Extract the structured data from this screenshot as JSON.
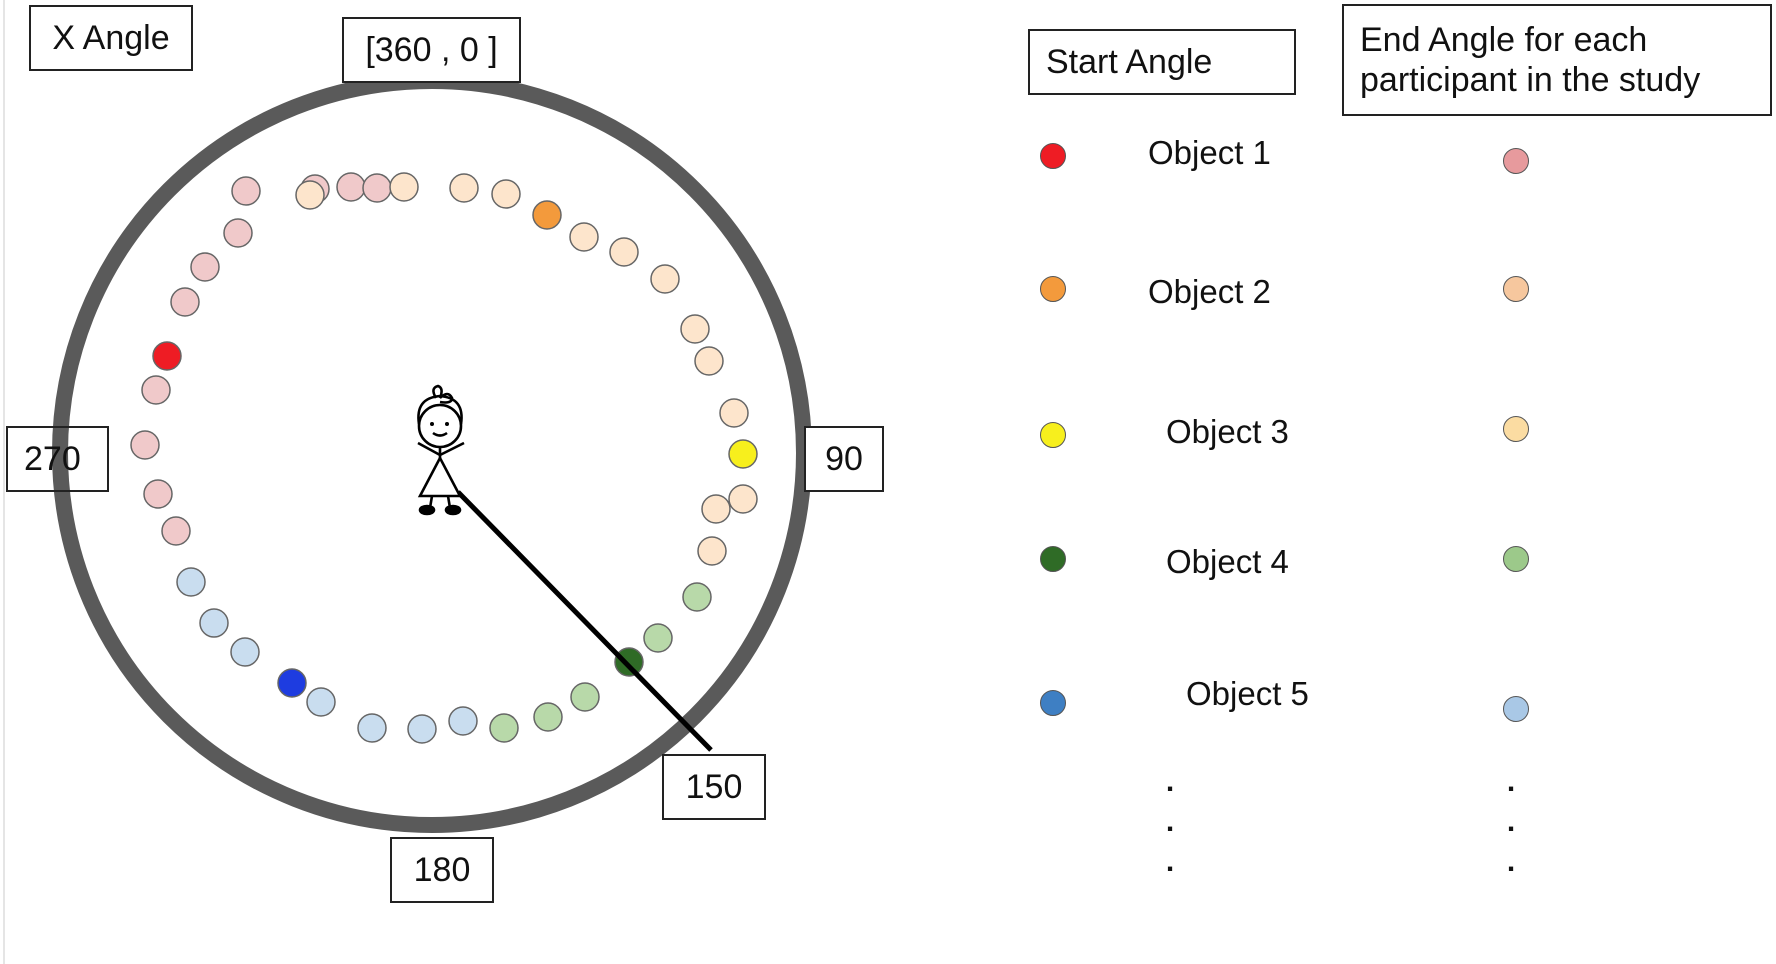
{
  "diagram": {
    "title_box": "X Angle",
    "angle_labels": {
      "top": "[360 , 0 ]",
      "right": "90",
      "bottom": "180",
      "left": "270",
      "pointer": "150"
    },
    "colors": {
      "ring": "#5a5a5a",
      "object1_start": "#ee1c24",
      "object2_start": "#f39a3c",
      "object3_start": "#f7ef1d",
      "object4_start": "#2f6b26",
      "object5_start": "#1e3ce0",
      "object1_end": "#f0c9ca",
      "object2_end": "#fde5cc",
      "object3_end": "#fdf0d2",
      "object4_end": "#b8d9a9",
      "object5_end": "#c9ddef"
    }
  },
  "legend": {
    "start_header": "Start Angle",
    "end_header": "End Angle for each participant in the study",
    "end_header_line1": "End Angle for each",
    "end_header_line2": "participant in the study",
    "objects": [
      {
        "label": "Object 1",
        "start_color": "#ee1c24",
        "end_color": "#e79a9d"
      },
      {
        "label": "Object 2",
        "start_color": "#f39a3c",
        "end_color": "#f6c79e"
      },
      {
        "label": "Object 3",
        "start_color": "#f7ef1d",
        "end_color": "#fbdca2"
      },
      {
        "label": "Object 4",
        "start_color": "#2f6b26",
        "end_color": "#9cc98a"
      },
      {
        "label": "Object 5",
        "start_color": "#3e7fc3",
        "end_color": "#a9c8e6"
      }
    ],
    "ellipsis": "."
  }
}
